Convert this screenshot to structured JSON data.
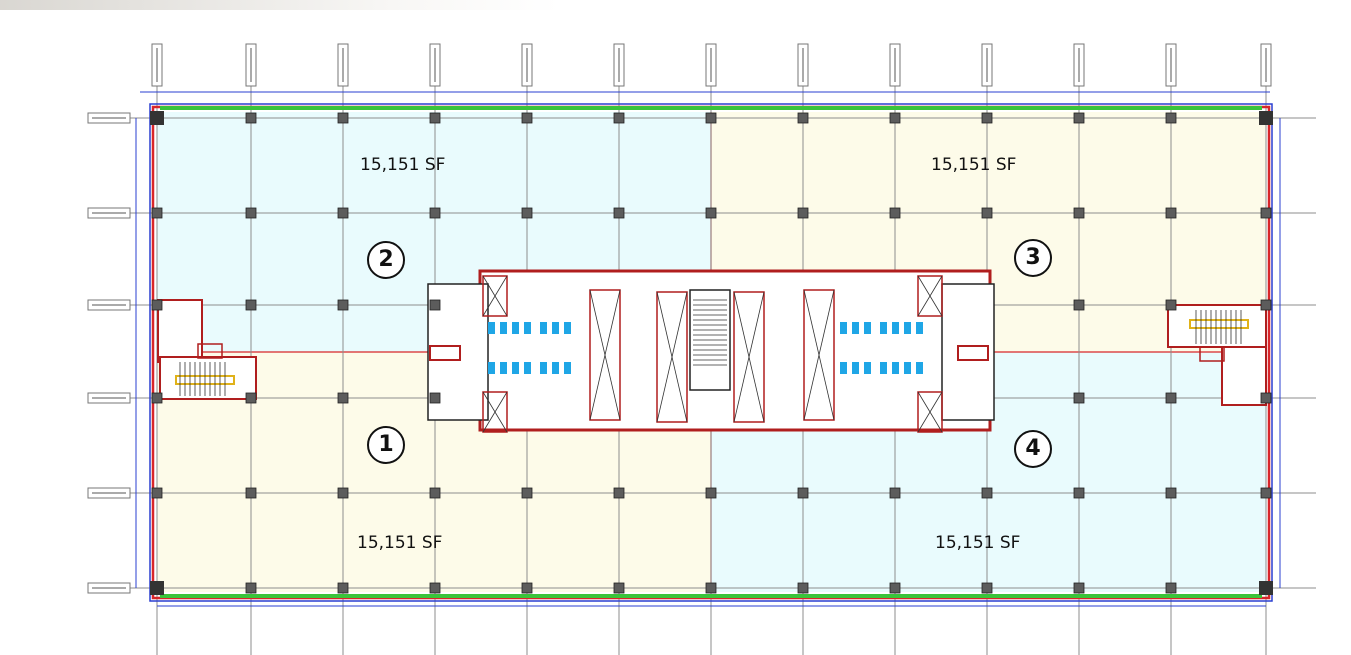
{
  "plan": {
    "zones": [
      {
        "number": "1",
        "area": "15,151 SF",
        "fill": "#fdfbe9"
      },
      {
        "number": "2",
        "area": "15,151 SF",
        "fill": "#e9fbfd"
      },
      {
        "number": "3",
        "area": "15,151 SF",
        "fill": "#fdfbe9"
      },
      {
        "number": "4",
        "area": "15,151 SF",
        "fill": "#e9fbfd"
      }
    ],
    "colors": {
      "grid_line": "#8d8d8d",
      "column": "#5c5c5c",
      "perimeter": "#d8262a",
      "envelope_green": "#3ac43a",
      "dimension_blue": "#2a3fd0",
      "core_outline": "#b01e1e",
      "fixture_blue": "#1fa6e6",
      "stair_accent": "#e0b21a"
    }
  }
}
